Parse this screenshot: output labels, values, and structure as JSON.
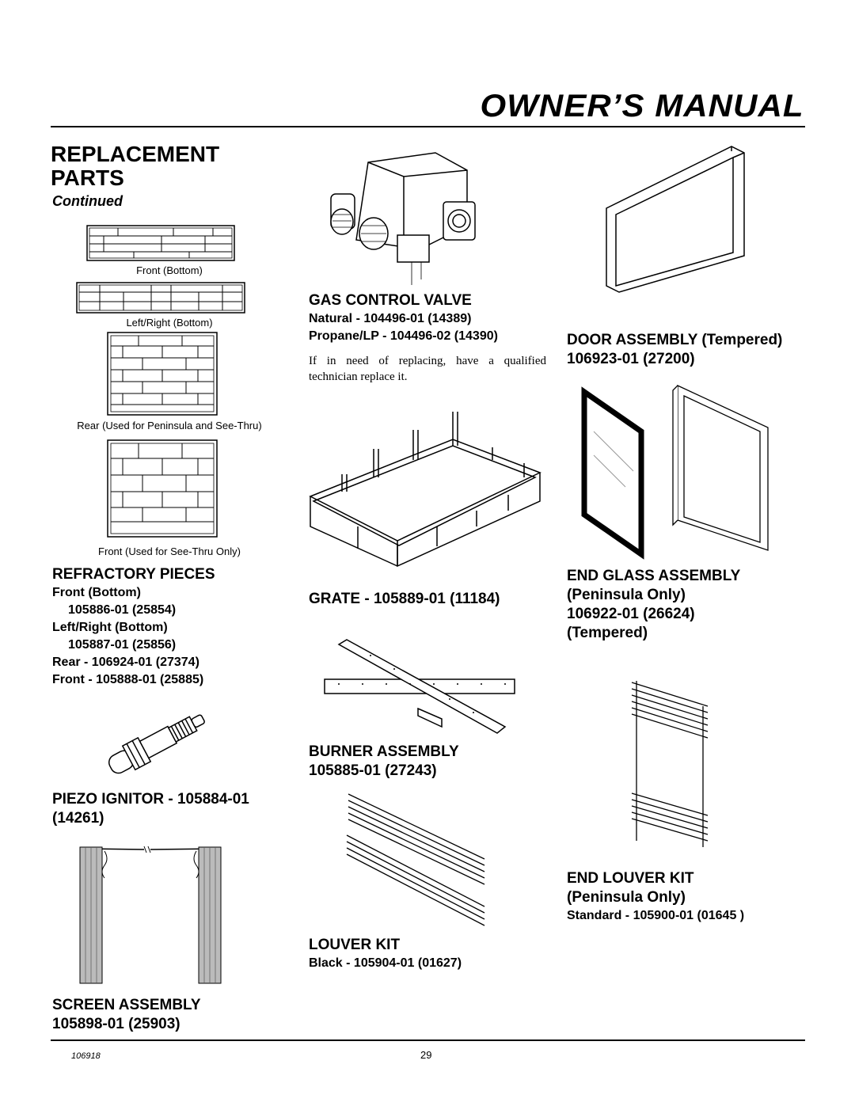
{
  "header": {
    "title": "OWNER’S MANUAL"
  },
  "section": {
    "title_line1": "REPLACEMENT",
    "title_line2": "PARTS",
    "subtitle": "Continued"
  },
  "refractory": {
    "captions": [
      "Front (Bottom)",
      "Left/Right (Bottom)",
      "Rear (Used for Peninsula and See-Thru)",
      "Front (Used for See-Thru Only)"
    ],
    "heading": "REFRACTORY PIECES",
    "items": [
      "Front (Bottom)",
      "105886-01 (25854)",
      "Left/Right (Bottom)",
      "105887-01 (25856)",
      "Rear - 106924-01 (27374)",
      "Front - 105888-01 (25885)"
    ]
  },
  "piezo": {
    "line1": "PIEZO IGNITOR - 105884-01",
    "line2": "(14261)"
  },
  "screen": {
    "line1": "SCREEN ASSEMBLY",
    "line2": "105898-01 (25903)"
  },
  "gas_valve": {
    "heading": "GAS CONTROL VALVE",
    "natural": "Natural - 104496-01 (14389)",
    "propane": "Propane/LP - 104496-02 (14390)",
    "note": "If in need of replacing, have a qualified technician replace it."
  },
  "grate": {
    "label": "GRATE - 105889-01 (11184)"
  },
  "burner": {
    "line1": "BURNER ASSEMBLY",
    "line2": "105885-01 (27243)"
  },
  "louver": {
    "heading": "LOUVER KIT",
    "detail": "Black - 105904-01 (01627)"
  },
  "door": {
    "line1": "DOOR ASSEMBLY (Tempered)",
    "line2": "106923-01 (27200)"
  },
  "end_glass": {
    "line1": "END GLASS ASSEMBLY",
    "line2": "(Peninsula Only)",
    "line3": "106922-01 (26624)",
    "line4": "(Tempered)"
  },
  "end_louver": {
    "line1": "END LOUVER KIT",
    "line2": "(Peninsula Only)",
    "detail": "Standard - 105900-01 (01645 )"
  },
  "footer": {
    "doc_number": "106918",
    "page_number": "29"
  }
}
